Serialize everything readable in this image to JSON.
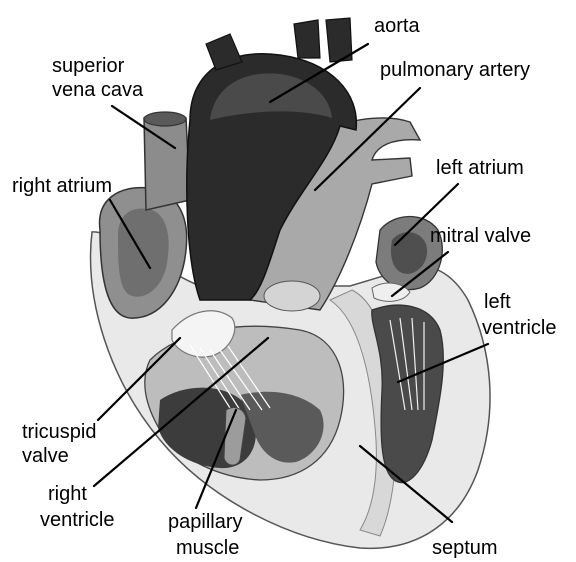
{
  "labels": {
    "aorta": "aorta",
    "superior_vena_cava_line1": "superior",
    "superior_vena_cava_line2": "vena cava",
    "pulmonary_artery": "pulmonary artery",
    "right_atrium": "right atrium",
    "left_atrium": "left atrium",
    "mitral_valve": "mitral valve",
    "left_ventricle_line1": "left",
    "left_ventricle_line2": "ventricle",
    "tricuspid_valve_line1": "tricuspid",
    "tricuspid_valve_line2": "valve",
    "right_ventricle_line1": "right",
    "right_ventricle_line2": "ventricle",
    "papillary_muscle_line1": "papillary",
    "papillary_muscle_line2": "muscle",
    "septum": "septum"
  },
  "colors": {
    "background": "#ffffff",
    "heart_wall": "#e9e9e9",
    "chamber_dark": "#3a3a3a",
    "aorta": "#2b2b2b",
    "pulmonary": "#a9a9a9",
    "vena_cava": "#8c8c8c"
  }
}
